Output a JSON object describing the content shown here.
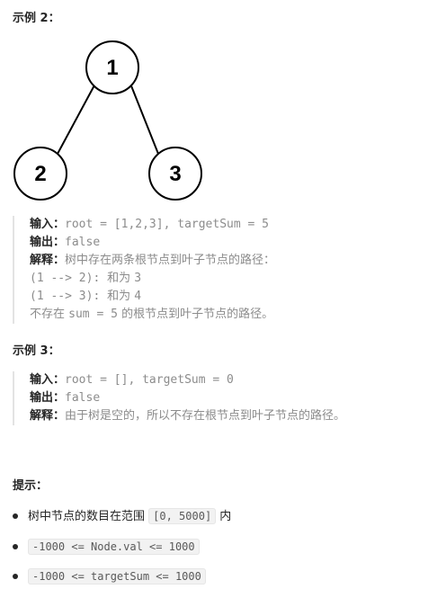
{
  "example2": {
    "title": "示例 2：",
    "tree": {
      "root": "1",
      "left": "2",
      "right": "3"
    },
    "input_label": "输入：",
    "input_value": "root = [1,2,3], targetSum = 5",
    "output_label": "输出：",
    "output_value": "false",
    "explain_label": "解释：",
    "explain_text": "树中存在两条根节点到叶子节点的路径：",
    "path1_code": "(1 --> 2): ",
    "path1_text": "和为 ",
    "path1_sum": "3",
    "path2_code": "(1 --> 3): ",
    "path2_text": "和为 ",
    "path2_sum": "4",
    "conclusion_pre": "不存在 ",
    "conclusion_code": "sum = 5",
    "conclusion_post": " 的根节点到叶子节点的路径。"
  },
  "example3": {
    "title": "示例 3：",
    "input_label": "输入：",
    "input_value": "root = [], targetSum = 0",
    "output_label": "输出：",
    "output_value": "false",
    "explain_label": "解释：",
    "explain_text": "由于树是空的，所以不存在根节点到叶子节点的路径。"
  },
  "tips": {
    "title": "提示：",
    "item1_pre": "树中节点的数目在范围 ",
    "item1_code": "[0, 5000]",
    "item1_post": " 内",
    "item2_code": "-1000 <= Node.val <= 1000",
    "item3_code": "-1000 <= targetSum <= 1000"
  }
}
